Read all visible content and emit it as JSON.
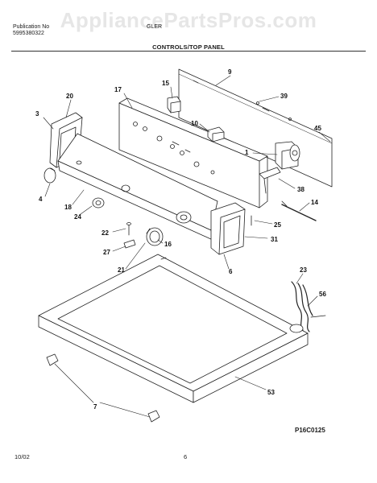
{
  "header": {
    "line1": "Publication No",
    "line2": "5995380322",
    "model": "GLER"
  },
  "watermark": "AppliancePartsPros.com",
  "title": "CONTROLS/TOP PANEL",
  "diagram_code": "P16C0125",
  "footer": {
    "date": "10/02",
    "page": "6"
  },
  "callouts": [
    "9",
    "15",
    "17",
    "20",
    "39",
    "3",
    "10",
    "45",
    "1",
    "38",
    "14",
    "4",
    "18",
    "24",
    "25",
    "22",
    "16",
    "31",
    "27",
    "21",
    "6",
    "23",
    "56",
    "7",
    "53"
  ]
}
